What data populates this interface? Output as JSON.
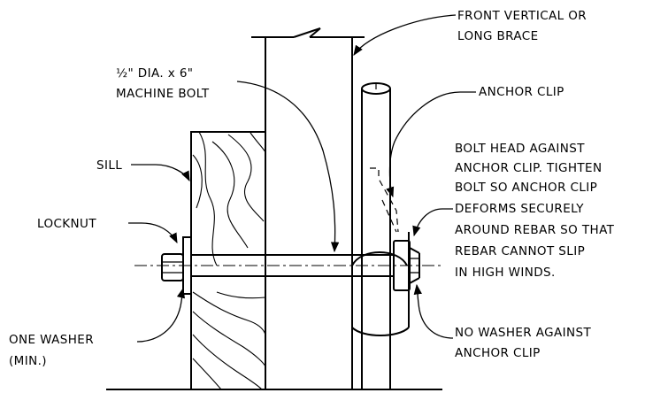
{
  "labels": {
    "front_brace": [
      "FRONT VERTICAL OR",
      "LONG BRACE"
    ],
    "machine_bolt": [
      "½\" DIA. x 6\"",
      "MACHINE BOLT"
    ],
    "anchor_clip": "ANCHOR CLIP",
    "sill": "SILL",
    "locknut": "LOCKNUT",
    "bolt_head_note": [
      "BOLT HEAD AGAINST",
      "ANCHOR CLIP. TIGHTEN",
      "BOLT SO ANCHOR CLIP",
      "DEFORMS SECURELY",
      "AROUND REBAR SO THAT",
      "REBAR CANNOT SLIP",
      "IN HIGH WINDS."
    ],
    "one_washer": [
      "ONE WASHER",
      "(MIN.)"
    ],
    "no_washer": [
      "NO WASHER AGAINST",
      "ANCHOR CLIP"
    ]
  }
}
